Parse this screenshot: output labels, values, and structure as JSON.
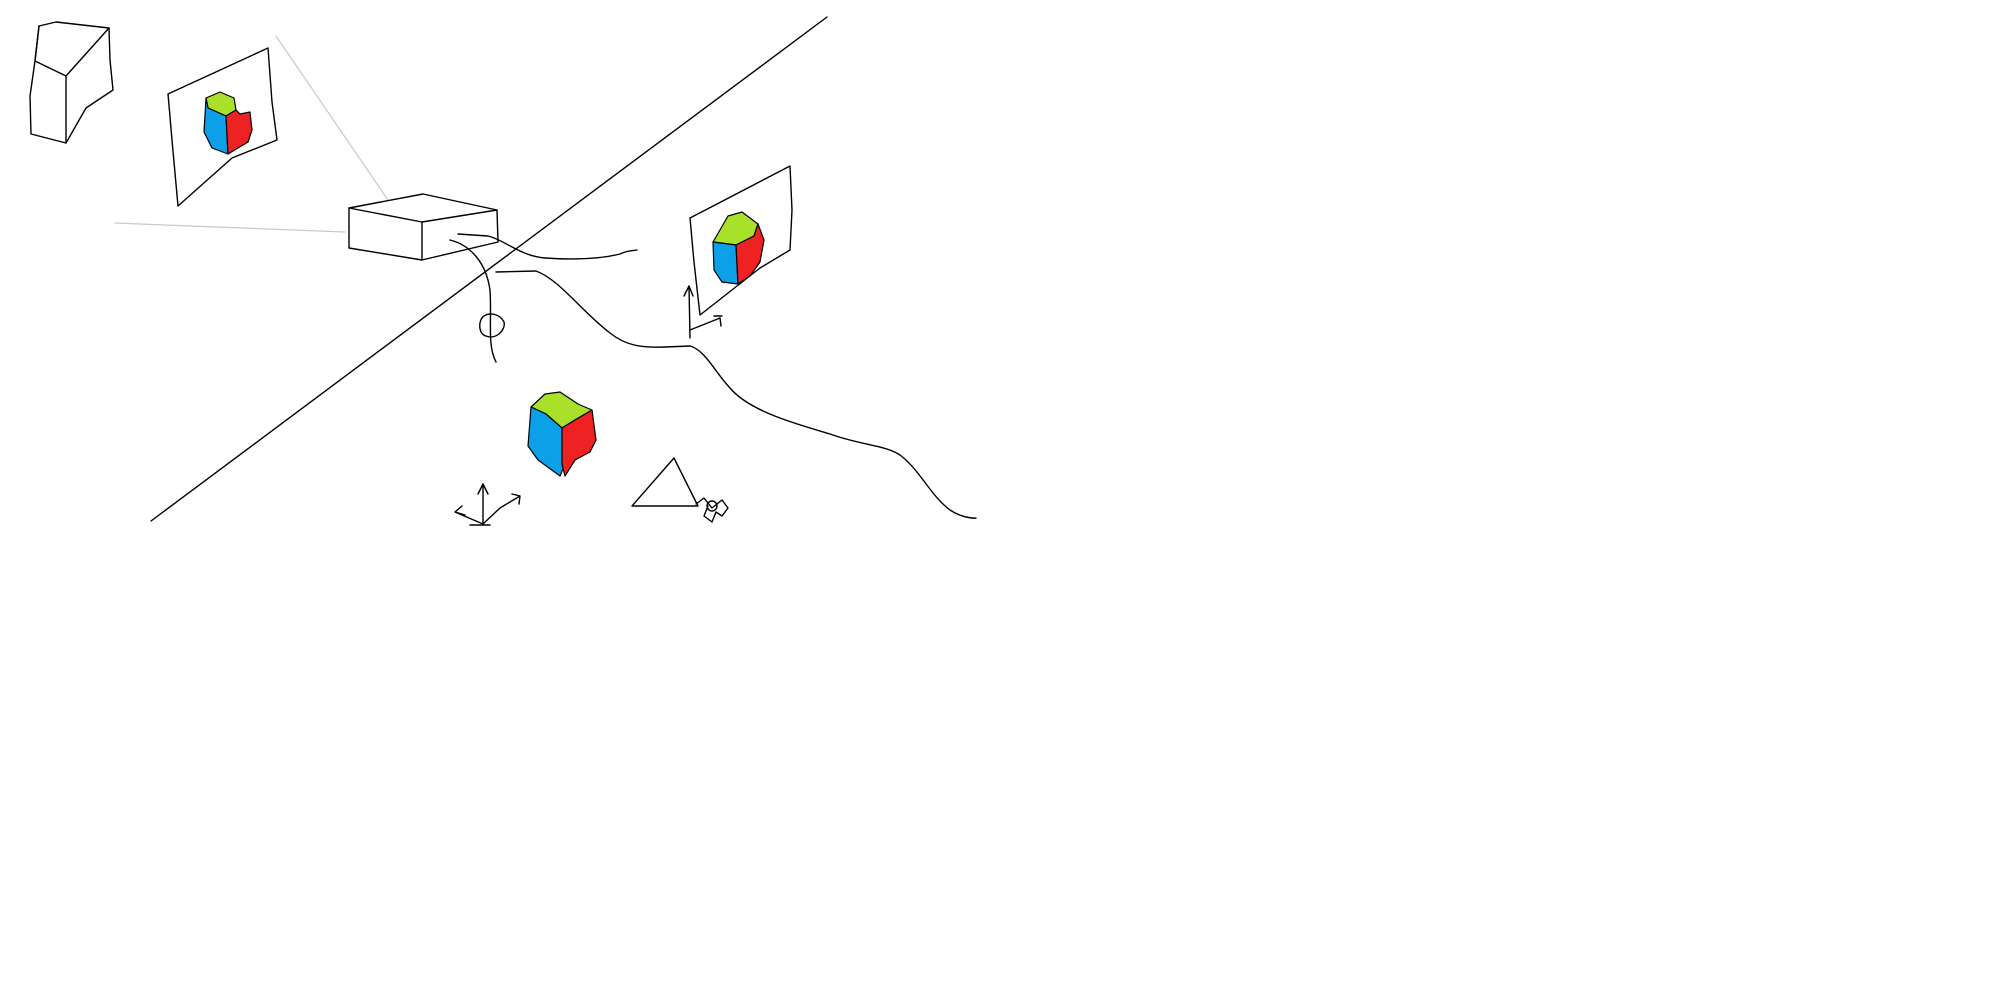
{
  "colors": {
    "background": "#ffffff",
    "ink": "#000000",
    "projection_line": "#c9c9c9",
    "cube_top": "#a8e02a",
    "cube_left": "#0ba0e8",
    "cube_right": "#ee2222"
  },
  "elements": {
    "box_top_left": "wireframe-box-icon",
    "image_plane_left": "image-plane-with-cube",
    "camera": "camera-box-icon",
    "image_plane_right": "image-plane-with-cube",
    "cube_center": "colored-cube-icon",
    "axes_center": "coordinate-axes-icon",
    "triangle": "triangle-icon",
    "diagonal_line": "diagonal-line",
    "path_curve": "freehand-curve"
  }
}
